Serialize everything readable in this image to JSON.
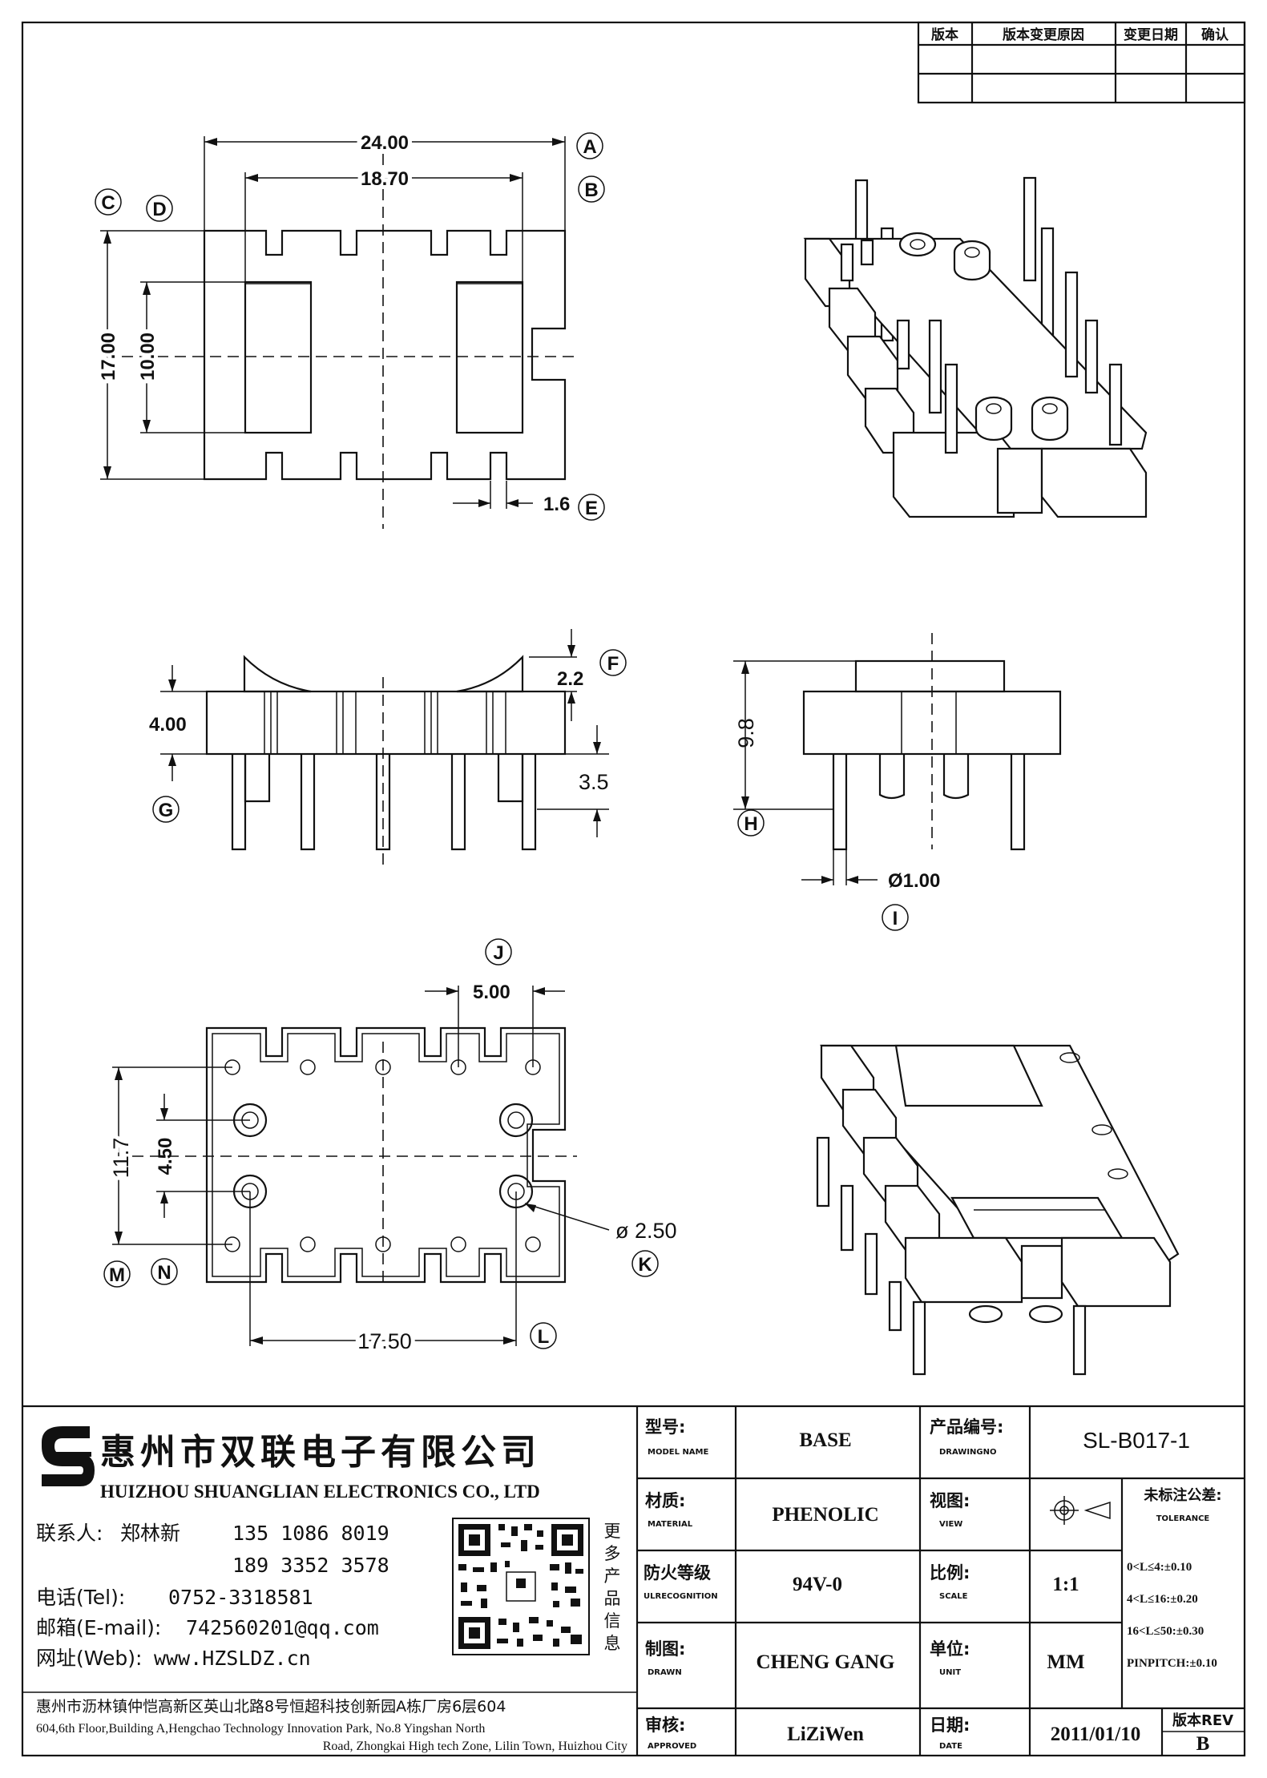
{
  "revision_table": {
    "headers": [
      "版本",
      "版本变更原因",
      "变更日期",
      "确认"
    ]
  },
  "dimensions": {
    "top_width_outer": "24.00",
    "top_width_inner": "18.70",
    "top_height_outer": "17.00",
    "top_height_inner": "10.00",
    "slot_width": "1.6",
    "side_flange": "2.2",
    "side_height": "4.00",
    "pin_length": "3.5",
    "end_height": "9.8",
    "pin_diameter": "Ø1.00",
    "pin_pitch": "5.00",
    "row_spacing": "11.7",
    "hole_spacing": "4.50",
    "hole_diameter": "ø 2.50",
    "hole_x_spacing": "17.50"
  },
  "callouts": [
    "A",
    "B",
    "C",
    "D",
    "E",
    "F",
    "G",
    "H",
    "I",
    "J",
    "K",
    "L",
    "M",
    "N"
  ],
  "company": {
    "name_cn": "惠州市双联电子有限公司",
    "name_en": "HUIZHOU SHUANGLIAN ELECTRONICS CO., LTD",
    "contact_label": "联系人:",
    "contact_name": "郑林新",
    "phone1": "135 1086 8019",
    "phone2": "189 3352 3578",
    "tel_label": "电话(Tel):",
    "tel": "0752-3318581",
    "email_label": "邮箱(E-mail):",
    "email": "742560201@qq.com",
    "web_label": "网址(Web):",
    "web": "www.HZSLDZ.cn",
    "more_info": [
      "更",
      "多",
      "产",
      "品",
      "信",
      "息"
    ],
    "address_cn": "惠州市沥林镇仲恺高新区英山北路8号恒超科技创新园A栋厂房6层604",
    "address_en_1": "604,6th Floor,Building A,Hengchao Technology Innovation Park, No.8 Yingshan North",
    "address_en_2": "Road, Zhongkai High tech Zone, Lilin Town, Huizhou City"
  },
  "title_block": {
    "model_label_cn": "型号:",
    "model_label_en": "MODEL NAME",
    "model_value": "BASE",
    "drawing_label_cn": "产品编号:",
    "drawing_label_en": "DRAWINGNO",
    "drawing_value": "SL-B017-1",
    "material_label_cn": "材质:",
    "material_label_en": "MATERIAL",
    "material_value": "PHENOLIC",
    "view_label_cn": "视图:",
    "view_label_en": "VIEW",
    "tolerance_label_cn": "未标注公差:",
    "tolerance_label_en": "TOLERANCE",
    "tolerances": [
      "0<L≤4:±0.10",
      "4<L≤16:±0.20",
      "16<L≤50:±0.30",
      "PINPITCH:±0.10"
    ],
    "flame_label_cn": "防火等级",
    "flame_label_en": "ULRECOGNITION",
    "flame_value": "94V-0",
    "scale_label_cn": "比例:",
    "scale_label_en": "SCALE",
    "scale_value": "1:1",
    "drawn_label_cn": "制图:",
    "drawn_label_en": "DRAWN",
    "drawn_value": "CHENG GANG",
    "unit_label_cn": "单位:",
    "unit_label_en": "UNIT",
    "unit_value": "MM",
    "approved_label_cn": "审核:",
    "approved_label_en": "APPROVED",
    "approved_value": "LiZiWen",
    "date_label_cn": "日期:",
    "date_label_en": "DATE",
    "date_value": "2011/01/10",
    "rev_label": "版本REV",
    "rev_value": "B"
  }
}
